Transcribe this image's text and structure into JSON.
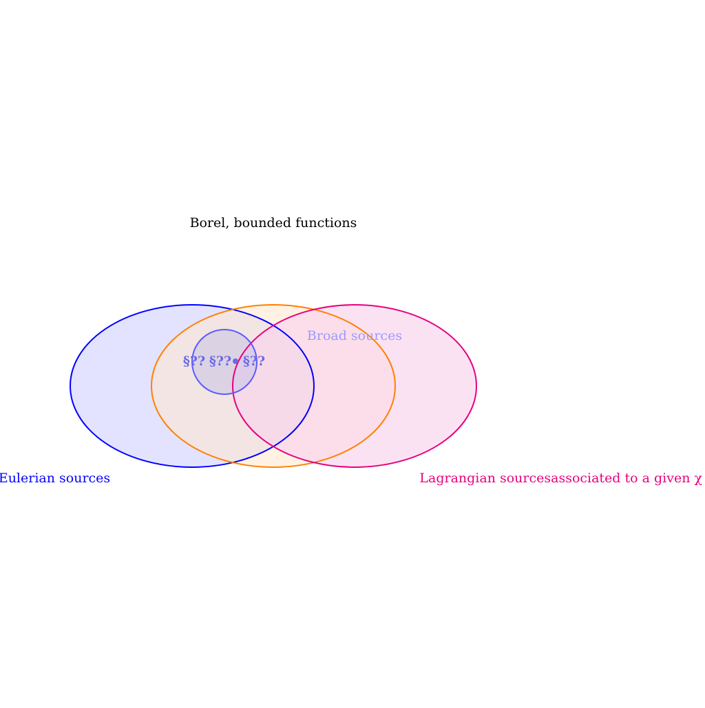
{
  "title": "Borel, bounded functions",
  "sets": {
    "eulerian": {
      "label": "Eulerian sources",
      "stroke": "#0000ff",
      "fill": "#e3e3ff"
    },
    "borel": {
      "stroke": "#ff8000",
      "fill": "#ffe8cc"
    },
    "lagrangian": {
      "label": "Lagrangian sourcesassociated to a given χ",
      "stroke": "#e6007e",
      "fill": "#f9d6ec"
    },
    "broad": {
      "label": "Broad sources",
      "stroke": "#5a5aff",
      "fill": "#c8c3e6",
      "label_color": "#9a9aff"
    }
  },
  "refs": {
    "left": "§??",
    "middle": "§??",
    "right": "§??",
    "color": "#6a6ae6"
  }
}
